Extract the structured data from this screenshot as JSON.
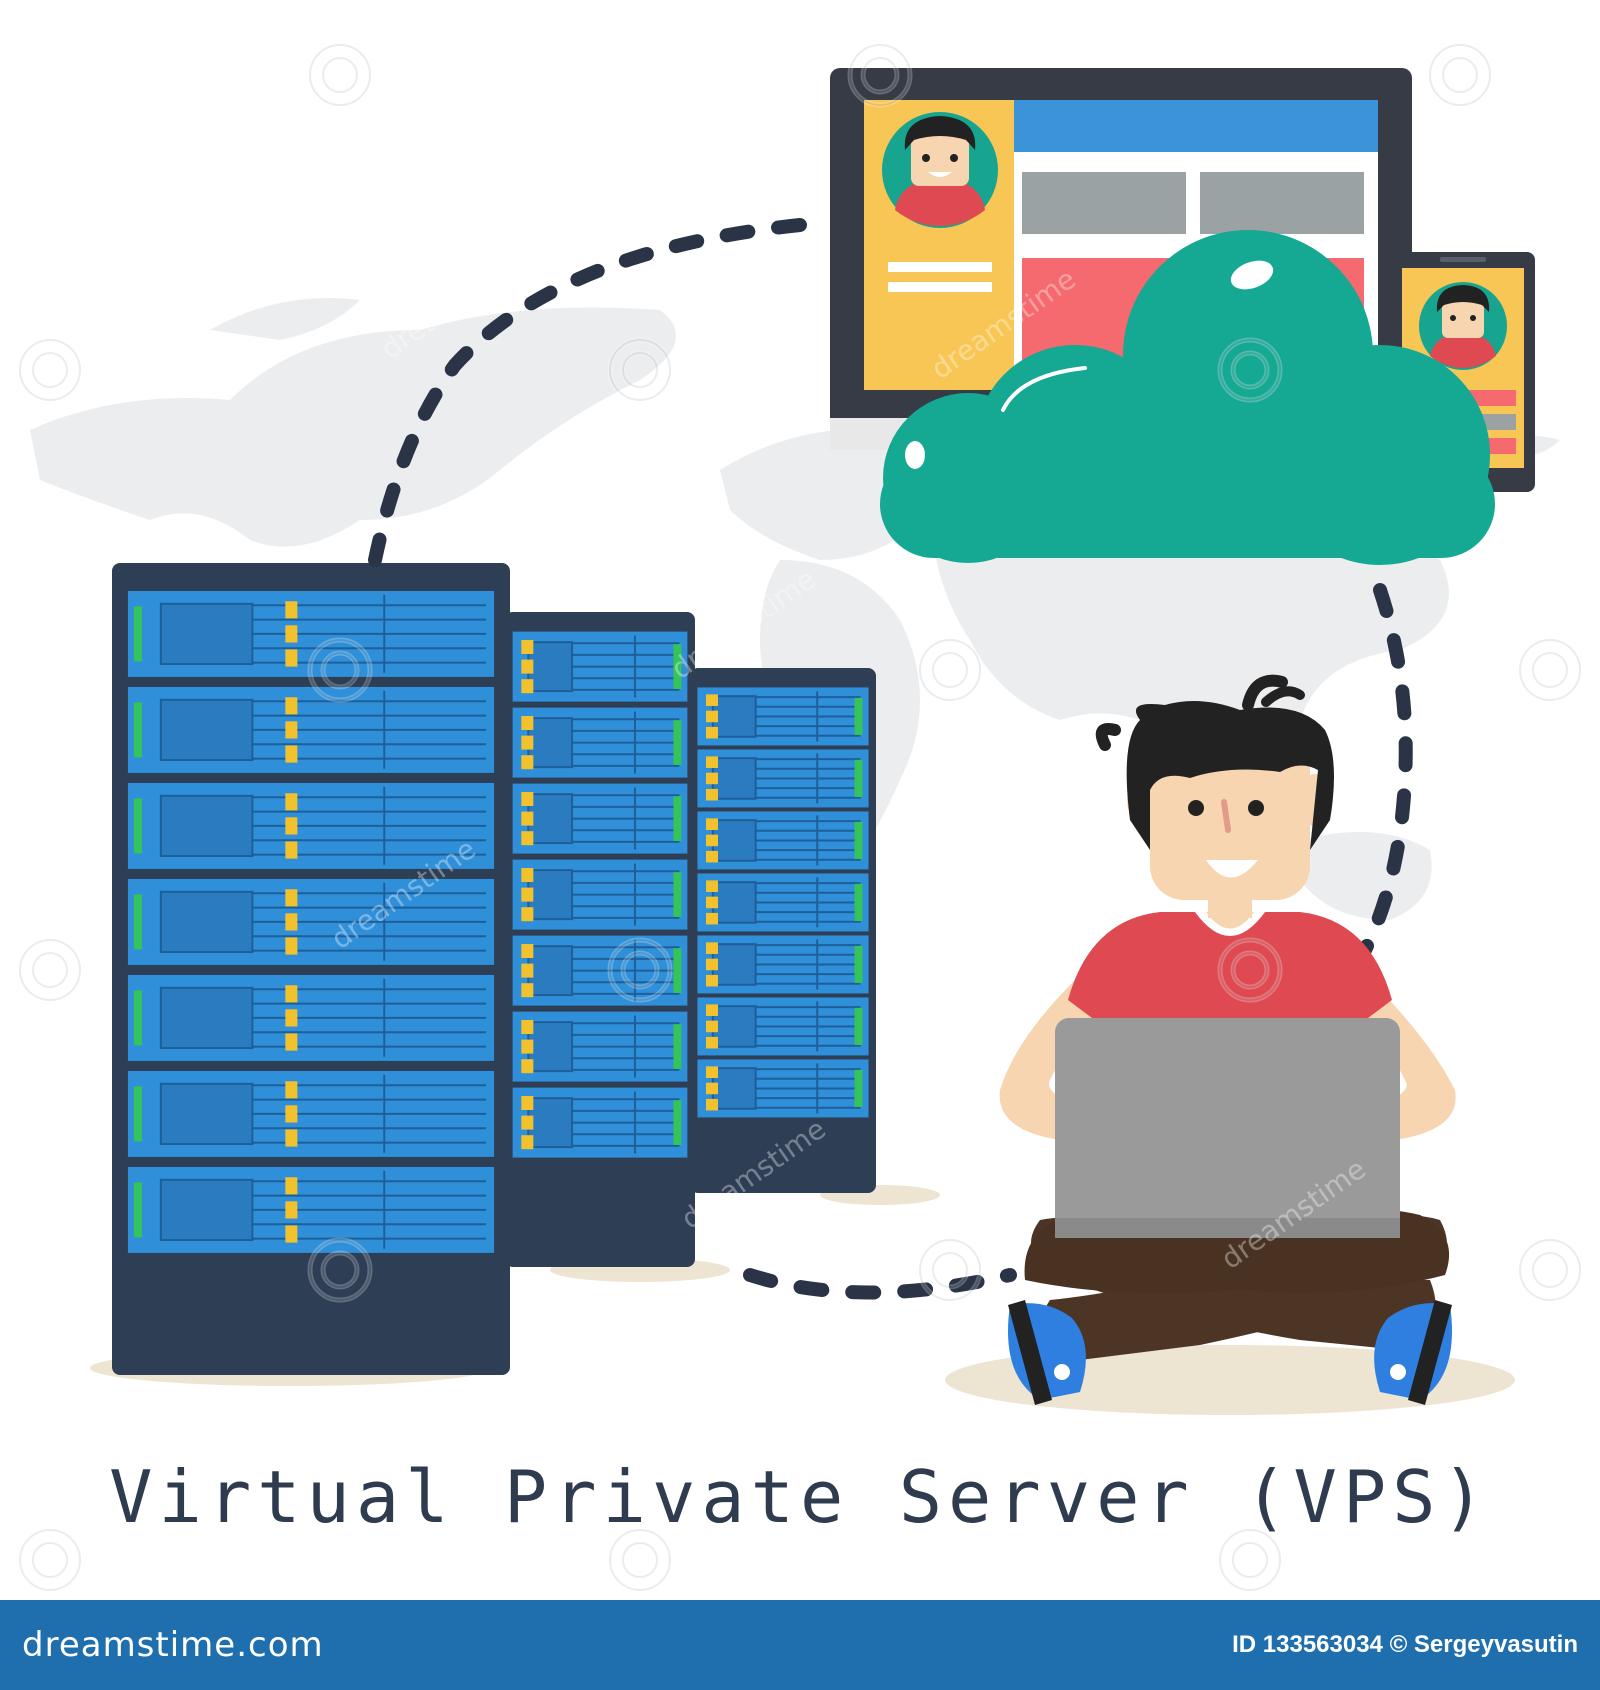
{
  "caption": "Virtual Private Server (VPS)",
  "footer": {
    "brand": "dreamstime.com",
    "credit": "ID 133563034 © Sergeyvasutin"
  },
  "watermark_text": "dreamstime",
  "colors": {
    "rack_frame": "#2d3e55",
    "rack_panel": "#2f8fd8",
    "led_green": "#35c45a",
    "led_yellow": "#f2c12e",
    "cloud": "#15a893",
    "monitor_frame": "#363b45",
    "profile_yellow": "#f8c654",
    "web_header": "#3c94d8",
    "web_block_gray": "#9aa2a4",
    "web_block_red": "#f56a6e",
    "shirt": "#df4a52",
    "pants": "#4d3526",
    "laptop": "#9a9a9a",
    "shoe": "#2e7fe0",
    "skin": "#f6d5b0",
    "hair": "#222222",
    "footer_bar": "#1f6fae",
    "dash": "#2a3446"
  },
  "icons": [
    "server-rack-icon",
    "cloud-icon",
    "monitor-icon",
    "smartphone-icon",
    "avatar-icon",
    "person-with-laptop-icon",
    "world-map-icon"
  ]
}
